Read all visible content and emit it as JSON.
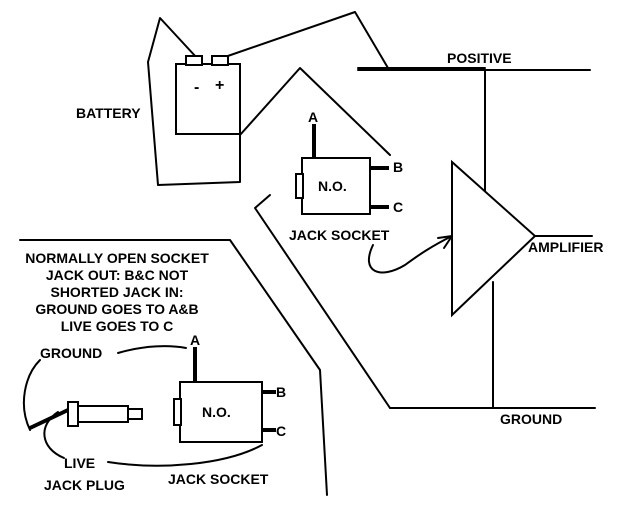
{
  "labels": {
    "battery": "BATTERY",
    "battery_minus": "-",
    "battery_plus": "+",
    "positive": "POSITIVE",
    "ground_rail": "GROUND",
    "amplifier": "AMPLIFIER",
    "jack_socket_top": "JACK SOCKET",
    "no_top": "N.O.",
    "pin_a_top": "A",
    "pin_b_top": "B",
    "pin_c_top": "C",
    "note": [
      "NORMALLY OPEN SOCKET",
      "JACK OUT: B&C NOT",
      "SHORTED JACK IN:",
      "GROUND GOES TO A&B",
      "LIVE GOES TO C"
    ],
    "ground_lower": "GROUND",
    "live": "LIVE",
    "jack_plug": "JACK PLUG",
    "jack_socket_bottom": "JACK SOCKET",
    "no_bottom": "N.O.",
    "pin_a_bottom": "A",
    "pin_b_bottom": "B",
    "pin_c_bottom": "C"
  }
}
